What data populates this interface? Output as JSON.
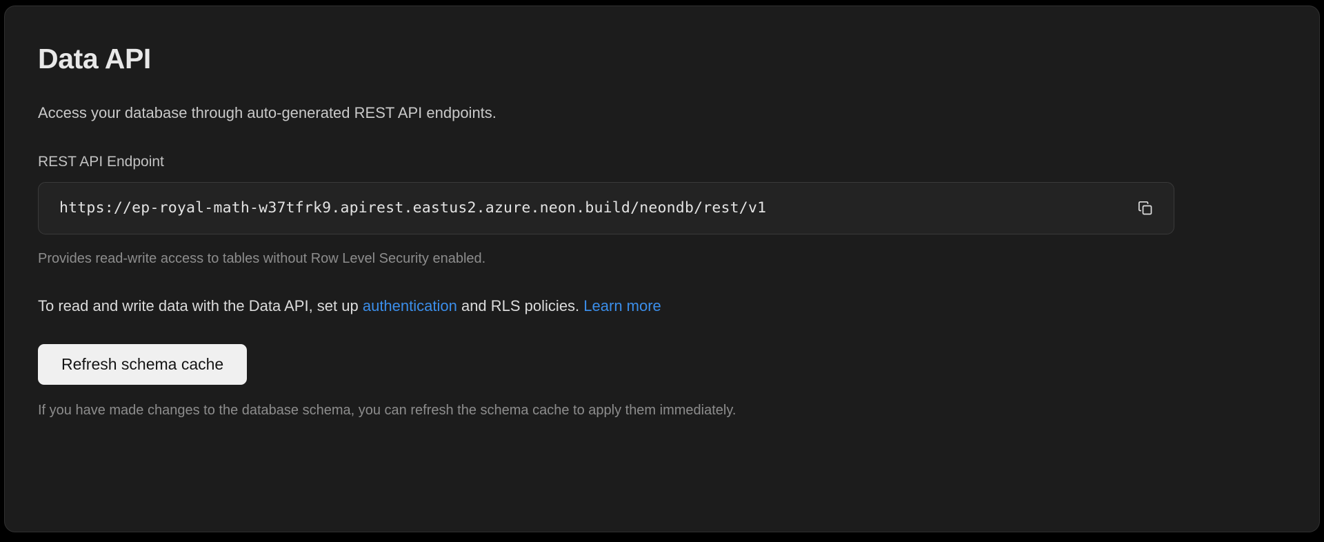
{
  "card": {
    "title": "Data API",
    "subtitle": "Access your database through auto-generated REST API endpoints.",
    "endpoint": {
      "label": "REST API Endpoint",
      "value": "https://ep-royal-math-w37tfrk9.apirest.eastus2.azure.neon.build/neondb/rest/v1",
      "copy_icon": "copy-icon",
      "helper_text": "Provides read-write access to tables without Row Level Security enabled."
    },
    "info": {
      "prefix": "To read and write data with the Data API, set up ",
      "link_auth": "authentication",
      "middle": " and RLS policies. ",
      "link_learn_more": "Learn more"
    },
    "refresh": {
      "button_label": "Refresh schema cache",
      "footnote": "If you have made changes to the database schema, you can refresh the schema cache to apply them immediately."
    }
  },
  "colors": {
    "page_background": "#000000",
    "card_background": "#1c1c1c",
    "card_border": "#303030",
    "input_background": "#232323",
    "input_border": "#3a3a3a",
    "link": "#3b8eea",
    "button_background": "#f0f0f0",
    "button_text": "#141414",
    "title_text": "#e8e8e8",
    "body_text": "#dcdcdc",
    "muted_text": "#8d8d8d"
  }
}
